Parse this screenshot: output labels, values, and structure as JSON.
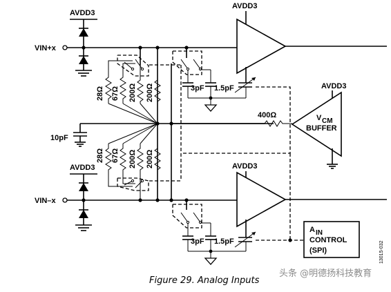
{
  "supplies": {
    "avdd3_in_top": "AVDD3",
    "avdd3_in_bottom": "AVDD3",
    "avdd3_amp_top": "AVDD3",
    "avdd3_amp_bottom": "AVDD3",
    "avdd3_buffer": "AVDD3"
  },
  "inputs": {
    "vin_plus": "VIN+x",
    "vin_minus": "VIN–x"
  },
  "components": {
    "r28_top": "28Ω",
    "r67_top": "67Ω",
    "r200a_top": "200Ω",
    "r200b_top": "200Ω",
    "r28_bottom": "28Ω",
    "r67_bottom": "67Ω",
    "r200a_bottom": "200Ω",
    "r200b_bottom": "200Ω",
    "cap_10pf": "10pF",
    "cap_3pf_top": "3pF",
    "cap_15pf_top": "1.5pF",
    "cap_3pf_bottom": "3pF",
    "cap_15pf_bottom": "1.5pF",
    "r_400": "400Ω"
  },
  "buffer": {
    "v": "V",
    "cm": "CM",
    "label": "BUFFER"
  },
  "control": {
    "a": "A",
    "in": "IN",
    "control": "CONTROL",
    "spi": "(SPI)"
  },
  "caption": "Figure 29. Analog Inputs",
  "side_code": "13015-032",
  "watermark": "头条 @明德扬科技教育"
}
